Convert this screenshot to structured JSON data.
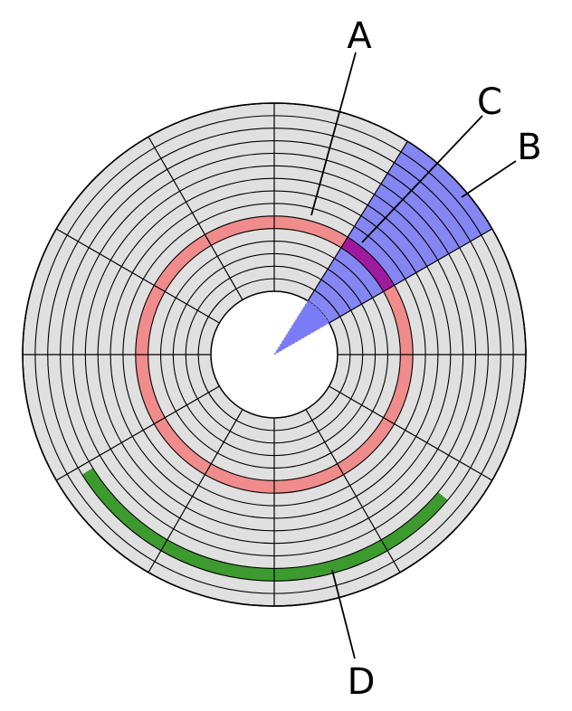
{
  "labels": {
    "a": "A",
    "b": "B",
    "c": "C",
    "d": "D"
  },
  "colors": {
    "disk": "#e0e0e0",
    "lines": "#000000",
    "hole": "#ffffff",
    "track_highlight": "#f08c8c",
    "sector_highlight": "#7a7cf5",
    "overlap_highlight": "#a01aa0",
    "cluster_highlight": "#3d9a2f"
  }
}
